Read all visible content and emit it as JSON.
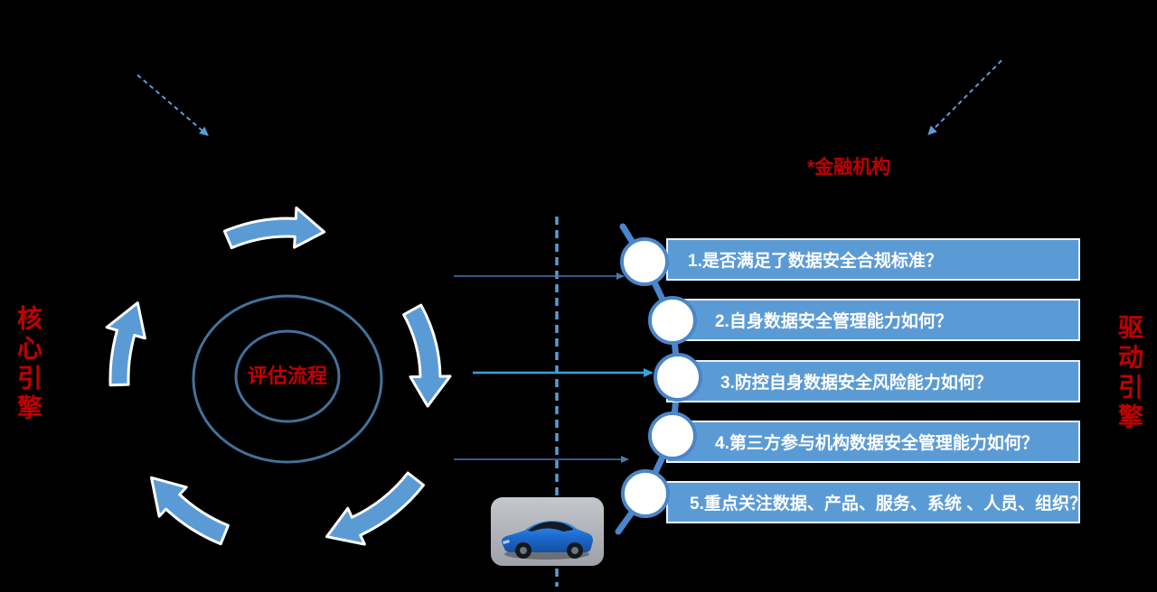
{
  "labels": {
    "financial_institution": "*金融机构",
    "core_engine": "核心引擎",
    "drive_engine": "驱动引擎",
    "evaluation_process": "评估流程"
  },
  "questions": [
    "1.是否满足了数据安全合规标准？",
    "2.自身数据安全管理能力如何？",
    "3.防控自身数据安全风险能力如何？",
    "4.第三方参与机构数据安全管理能力如何？",
    "5.重点关注数据、产品、服务、系统 、人员、组织？"
  ],
  "colors": {
    "background": "#000000",
    "bar_blue": "#5B9BD5",
    "arrow_blue": "#5B9BD5",
    "chain_blue": "#4A86C8",
    "circle_stroke": "#41719C",
    "thin_line_blue": "#4878B0",
    "cyan_arrow": "#33A3DF",
    "red_text": "#C00000",
    "bar_text": "#FFFFFF"
  },
  "icons": {
    "car": "blue-sedan-car-photo",
    "cycle_arrows": "clockwise-curved-arrows",
    "dashed_arrows": "diagonal-dashed-pointer-arrows"
  }
}
